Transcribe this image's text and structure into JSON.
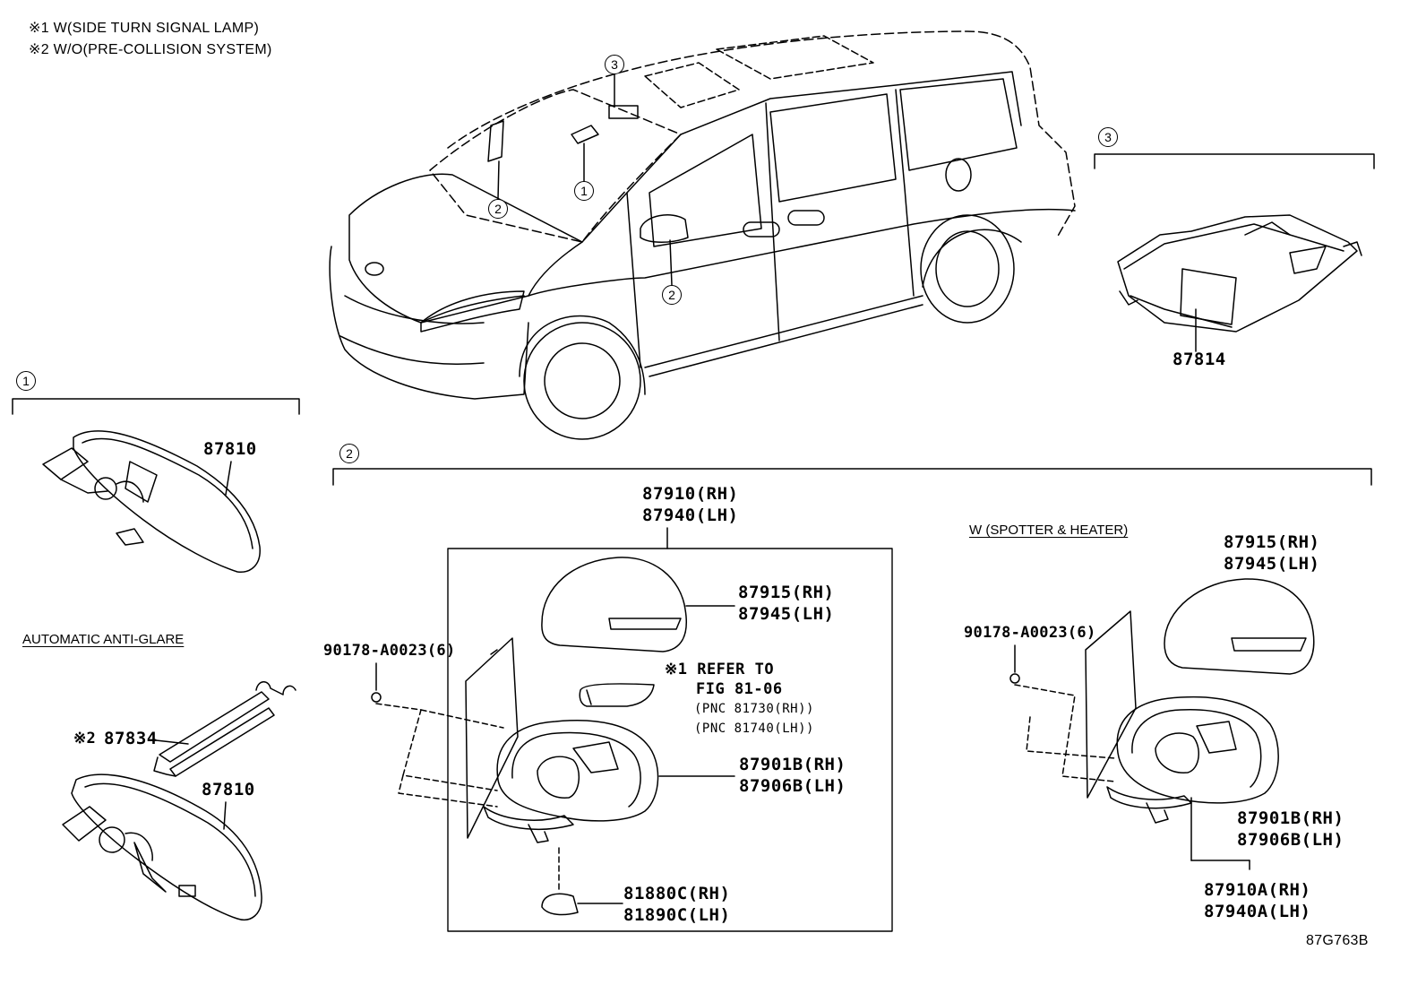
{
  "notes": {
    "note1": "※1 W(SIDE TURN SIGNAL LAMP)",
    "note2": "※2 W/O(PRE-COLLISION SYSTEM)"
  },
  "callouts": {
    "one": "1",
    "two": "2",
    "three": "3"
  },
  "parts": {
    "inner_mirror": "87810",
    "inner_mirror_auto": "87810",
    "sensor_cover": "87814",
    "bracket_prefix": "※2",
    "bracket": "87834",
    "mirror_assy_rh": "87910(RH)",
    "mirror_assy_lh": "87940(LH)",
    "cover_rh": "87915(RH)",
    "cover_lh": "87945(LH)",
    "screw_left": "90178-A0023(6)",
    "screw_right": "90178-A0023(6)",
    "refer_line1": "※1 REFER TO",
    "refer_line2": "FIG 81-06",
    "pnc_rh": "(PNC 81730(RH))",
    "pnc_lh": "(PNC 81740(LH))",
    "outer_rh": "87901B(RH)",
    "outer_lh": "87906B(LH)",
    "lamp_rh": "81880C(RH)",
    "lamp_lh": "81890C(LH)",
    "cover2_rh": "87915(RH)",
    "cover2_lh": "87945(LH)",
    "outer2_rh": "87901B(RH)",
    "outer2_lh": "87906B(LH)",
    "mirror_a_rh": "87910A(RH)",
    "mirror_a_lh": "87940A(LH)"
  },
  "captions": {
    "auto_anti_glare": "AUTOMATIC ANTI-GLARE",
    "spotter_heater": "W (SPOTTER & HEATER)"
  },
  "figure_id": "87G763B"
}
